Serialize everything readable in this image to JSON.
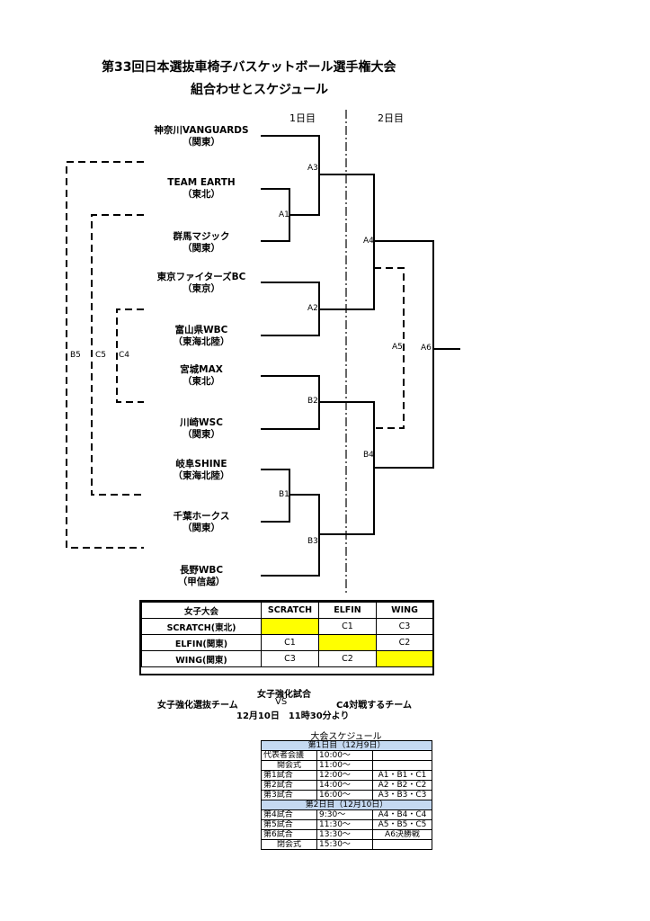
{
  "header": {
    "title": "第33回日本選抜車椅子バスケットボール選手権大会",
    "subtitle": "組合わせとスケジュール"
  },
  "days": {
    "day1": "1日目",
    "day2": "2日目"
  },
  "teams": [
    {
      "name": "神奈川VANGUARDS",
      "region": "（関東）"
    },
    {
      "name": "TEAM EARTH",
      "region": "（東北）"
    },
    {
      "name": "群馬マジック",
      "region": "（関東）"
    },
    {
      "name": "東京ファイターズBC",
      "region": "（東京）"
    },
    {
      "name": "富山県WBC",
      "region": "（東海北陸）"
    },
    {
      "name": "宮城MAX",
      "region": "（東北）"
    },
    {
      "name": "川崎WSC",
      "region": "（関東）"
    },
    {
      "name": "岐阜SHINE",
      "region": "（東海北陸）"
    },
    {
      "name": "千葉ホークス",
      "region": "（関東）"
    },
    {
      "name": "長野WBC",
      "region": "（甲信越）"
    }
  ],
  "matches": {
    "A1": "A1",
    "A2": "A2",
    "A3": "A3",
    "A4": "A4",
    "A5": "A5",
    "A6": "A6",
    "B1": "B1",
    "B2": "B2",
    "B3": "B3",
    "B4": "B4",
    "B5": "B5",
    "C4": "C4",
    "C5": "C5"
  },
  "womens": {
    "corner": "女子大会",
    "teams": [
      "SCRATCH",
      "ELFIN",
      "WING"
    ],
    "rows": [
      {
        "label": "SCRATCH(東北)",
        "cells": [
          "",
          "C1",
          "C3"
        ]
      },
      {
        "label": "ELFIN(関東)",
        "cells": [
          "C1",
          "",
          "C2"
        ]
      },
      {
        "label": "WING(関東)",
        "cells": [
          "C3",
          "C2",
          ""
        ]
      }
    ]
  },
  "exhibition": {
    "title": "女子強化試合",
    "left": "女子強化選抜チーム",
    "vs": "VS",
    "right": "C4対戦するチーム",
    "datetime": "12月10日　11時30分より"
  },
  "schedule": {
    "title": "大会スケジュール",
    "day1_header": "第1日目（12月9日）",
    "day1": [
      {
        "event": "代表者会議",
        "time": "10:00～",
        "games": ""
      },
      {
        "event": "開会式",
        "time": "11:00～",
        "games": ""
      },
      {
        "event": "第1試合",
        "time": "12:00～",
        "games": "A1・B1・C1"
      },
      {
        "event": "第2試合",
        "time": "14:00～",
        "games": "A2・B2・C2"
      },
      {
        "event": "第3試合",
        "time": "16:00～",
        "games": "A3・B3・C3"
      }
    ],
    "day2_header": "第2日目（12月10日）",
    "day2": [
      {
        "event": "第4試合",
        "time": "9:30～",
        "games": "A4・B4・C4"
      },
      {
        "event": "第5試合",
        "time": "11:30～",
        "games": "A5・B5・C5"
      },
      {
        "event": "第6試合",
        "time": "13:30～",
        "games": "A6決勝戦"
      },
      {
        "event": "閉会式",
        "time": "15:30～",
        "games": ""
      }
    ]
  }
}
